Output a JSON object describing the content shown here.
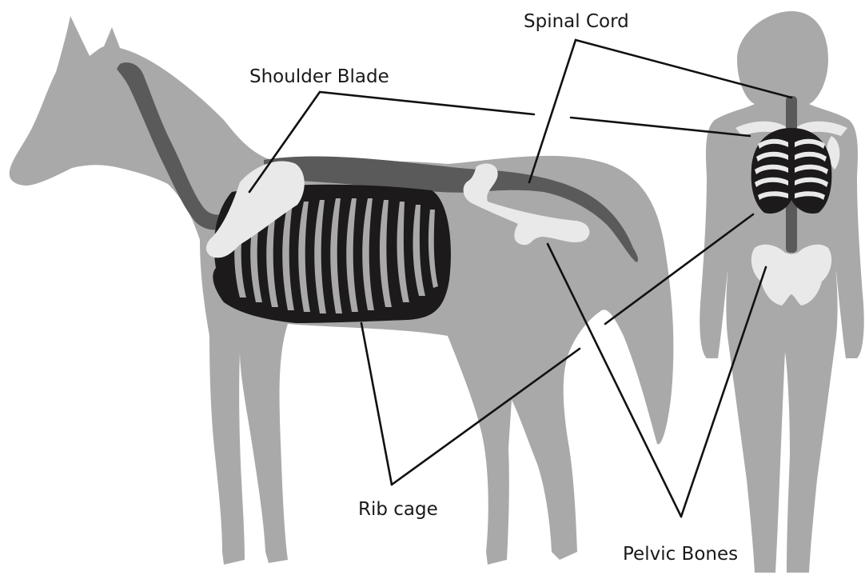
{
  "labels": {
    "spinal_cord": "Spinal Cord",
    "shoulder_blade": "Shoulder Blade",
    "rib_cage": "Rib cage",
    "pelvic_bones": "Pelvic Bones"
  },
  "colors": {
    "silhouette": "#a9a9a9",
    "spine": "#5a5a5a",
    "light_bone": "#e9e9e9",
    "rib_cage_dark": "#1c1a1a",
    "leader_lines": "#111111",
    "background": "#ffffff"
  }
}
